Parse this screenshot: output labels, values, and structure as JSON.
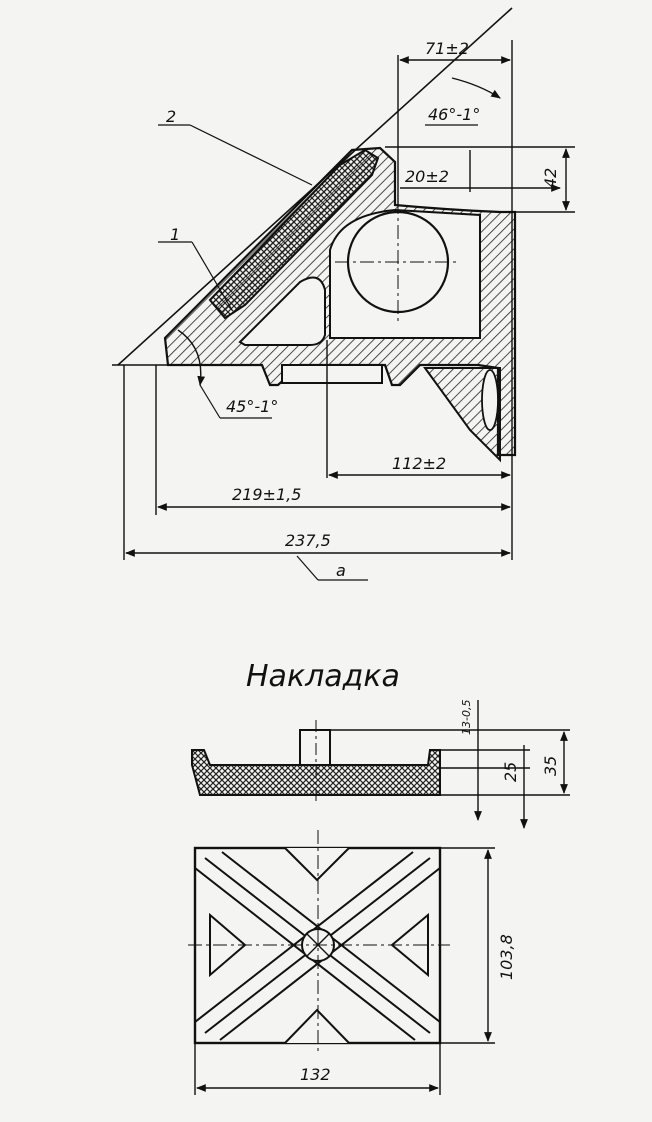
{
  "colors": {
    "ink": "#111111",
    "paper": "#f4f4f2",
    "hatch": "#222222"
  },
  "main_view": {
    "callouts": {
      "part1": "1",
      "part2": "2"
    },
    "dims": {
      "top_width": "71±2",
      "top_angle": "46°-1°",
      "slot_width": "20±2",
      "top_height": "42",
      "base_angle": "45°-1°",
      "right_part": "112±2",
      "inner_width": "219±1,5",
      "overall_width": "237,5",
      "surface_label": "a"
    }
  },
  "pad": {
    "title": "Накладка",
    "dims": {
      "boss_height": "13-0,5",
      "height_25": "25",
      "height_35": "35",
      "plan_width": "132",
      "plan_height": "103,8"
    }
  }
}
